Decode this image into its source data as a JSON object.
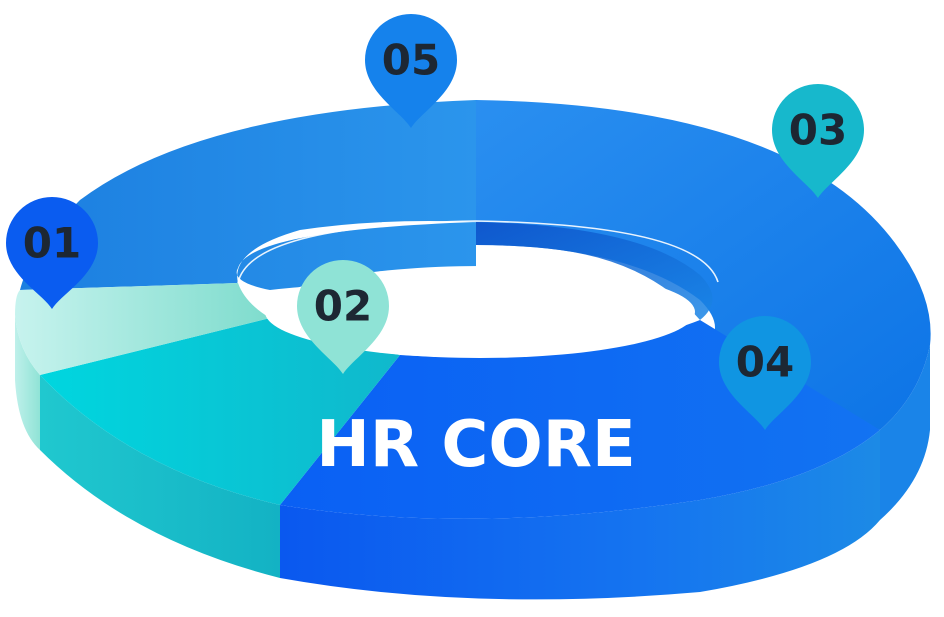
{
  "center_label": "HR CORE",
  "segments": [
    {
      "id": "01",
      "label": "01",
      "color": "#8fe3d6",
      "pin_color": "#0a5cf0"
    },
    {
      "id": "02",
      "label": "02",
      "color": "#18c9d4",
      "pin_color": "#8fe3d6"
    },
    {
      "id": "03",
      "label": "03",
      "color": "#1a85ea",
      "pin_color": "#17b8cc"
    },
    {
      "id": "04",
      "label": "04",
      "color": "#0a64f5",
      "pin_color": "#1095e2"
    },
    {
      "id": "05",
      "label": "05",
      "color": "#1a8ae8",
      "pin_color": "#1582ec"
    }
  ]
}
